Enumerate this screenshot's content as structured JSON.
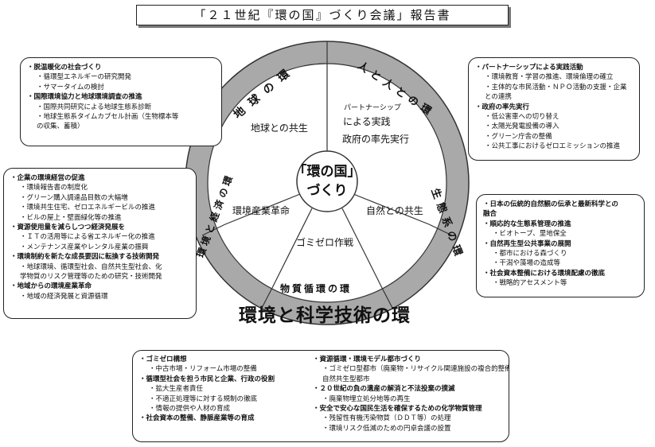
{
  "title": "「２１世紀『環の国』づくり会議」報告書",
  "center": {
    "line1": "「環の国」",
    "line2": "づくり"
  },
  "ring_labels": {
    "top_left": "地球の環",
    "top_right": "人と人との環",
    "right": "生態系の環",
    "bottom": "物質循環の環",
    "left": "環境と経済の環"
  },
  "inner_labels": {
    "top_left": "地球との共生",
    "top_right_1": "パートナーシップ",
    "top_right_2": "による実践",
    "top_right_3": "政府の率先実行",
    "right": "自然との共生",
    "bottom": "ゴミゼロ作戦",
    "left": "環境産業革命"
  },
  "footer_title": "環境と科学技術の環",
  "boxes": {
    "top_left": [
      {
        "t": "・脱温暖化の社会づくり",
        "h": true
      },
      {
        "t": "・循環型エネルギーの研究開発",
        "h": false
      },
      {
        "t": "・サマータイムの検討",
        "h": false
      },
      {
        "t": "・国際環境協力と地球環境調査の推進",
        "h": true
      },
      {
        "t": "・国際共同研究による地球生態系診断",
        "h": false
      },
      {
        "t": "・地球生態系タイムカプセル計画（生物標本等",
        "h": false
      },
      {
        "t": "の収集、蓄積）",
        "h": false
      }
    ],
    "top_right": [
      {
        "t": "・パートナーシップによる実践活動",
        "h": true
      },
      {
        "t": "・環境教育・学習の推進、環境倫理の確立",
        "h": false
      },
      {
        "t": "・主体的な市民活動・ＮＰＯ活動の支援・企業",
        "h": false
      },
      {
        "t": "との連携",
        "h": false
      },
      {
        "t": "・政府の率先実行",
        "h": true
      },
      {
        "t": "・低公害車への切り替え",
        "h": false
      },
      {
        "t": "・太陽光発電設備の導入",
        "h": false
      },
      {
        "t": "・グリーン庁舎の整備",
        "h": false
      },
      {
        "t": "・公共工事におけるゼロエミッションの推進",
        "h": false
      }
    ],
    "left": [
      {
        "t": "・企業の環境経営の促進",
        "h": true
      },
      {
        "t": "・環境報告書の制度化",
        "h": false
      },
      {
        "t": "・グリーン購入調達品目数の大幅増",
        "h": false
      },
      {
        "t": "・環境共生住宅、ゼロエネルギービルの推進",
        "h": false
      },
      {
        "t": "・ビルの屋上・壁面緑化等の推進",
        "h": false
      },
      {
        "t": "・資源使用量を減らしつつ経済発展を",
        "h": true
      },
      {
        "t": "・ＩＴの活用等による省エネルギー化の推進",
        "h": false
      },
      {
        "t": "・メンテナンス産業やレンタル産業の振興",
        "h": false
      },
      {
        "t": "・環境制約を新たな成長要因に転換する技術開発",
        "h": true
      },
      {
        "t": "・地球環境、循環型社会、自然共生型社会、化",
        "h": false
      },
      {
        "t": "学物質のリスク管理等のための研究・技術開発",
        "h": false
      },
      {
        "t": "・地域からの環境産業革命",
        "h": true
      },
      {
        "t": "・地域の経済発展と資源循環",
        "h": false
      }
    ],
    "right": [
      {
        "t": "・日本の伝統的自然観の伝承と最新科学との",
        "h": true
      },
      {
        "t": "融合",
        "h": true
      },
      {
        "t": "・順応的な生態系管理の推進",
        "h": true
      },
      {
        "t": "・ビオトープ、里地保全",
        "h": false
      },
      {
        "t": "・自然再生型公共事業の展開",
        "h": true
      },
      {
        "t": "・都市における森づくり",
        "h": false
      },
      {
        "t": "・干潟や藻場の造成等",
        "h": false
      },
      {
        "t": "・社会資本整備における環境配慮の徹底",
        "h": true
      },
      {
        "t": "・戦略的アセスメント等",
        "h": false
      }
    ],
    "bottom_left": [
      {
        "t": "・ゴミゼロ構想",
        "h": true
      },
      {
        "t": "・中古市場・リフォーム市場の整備",
        "h": false
      },
      {
        "t": "・循環型社会を担う市民と企業、行政の役割",
        "h": true
      },
      {
        "t": "・拡大生産者責任",
        "h": false
      },
      {
        "t": "・不適正処理等に対する規制の徹底",
        "h": false
      },
      {
        "t": "・情報の提供や人材の育成",
        "h": false
      },
      {
        "t": "・社会資本の整備、静脈産業等の育成",
        "h": true
      }
    ],
    "bottom_right": [
      {
        "t": "・資源循環・環境モデル都市づくり",
        "h": true
      },
      {
        "t": "・ゴミゼロ型都市（廃棄物・リサイクル関連施設の複合的整備）、",
        "h": false
      },
      {
        "t": "自然共生型都市",
        "h": false
      },
      {
        "t": "・２０世紀の負の遺産の解消と不法投棄の撲滅",
        "h": true
      },
      {
        "t": "・廃棄物埋立処分地等の再生",
        "h": false
      },
      {
        "t": "・安全で安心な国民生活を確保するための化学物質管理",
        "h": true
      },
      {
        "t": "・残留性有機汚染物質（ＤＤＴ等）の処理",
        "h": false
      },
      {
        "t": "・環境リスク低減のための円卓会議の設置",
        "h": false
      }
    ]
  }
}
